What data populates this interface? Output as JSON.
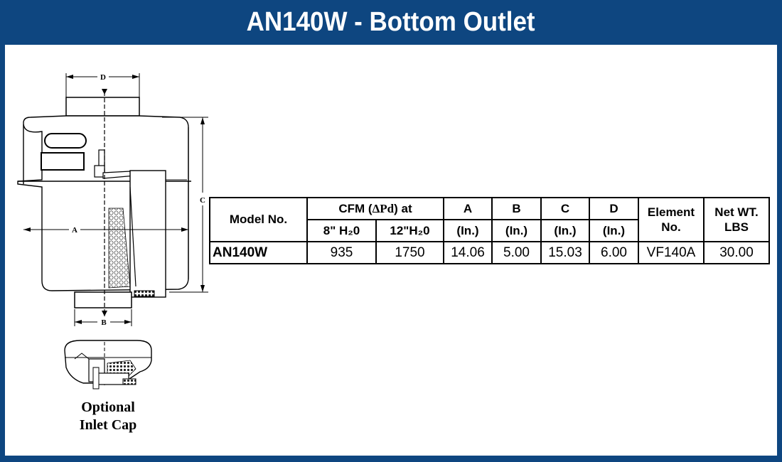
{
  "title": "AN140W - Bottom Outlet",
  "drawing": {
    "dim_labels": {
      "a": "A",
      "b": "B",
      "c": "C",
      "d": "D"
    },
    "caption_line1": "Optional",
    "caption_line2": "Inlet Cap"
  },
  "table": {
    "headers": {
      "model": "Model No.",
      "cfm_prefix": "CFM (",
      "cfm_symbol": "ΔPd",
      "cfm_suffix": ") at",
      "cfm_8": "8\" H₂0",
      "cfm_12": "12\"H₂0",
      "a": "A",
      "b": "B",
      "c": "C",
      "d": "D",
      "unit": "(In.)",
      "element_1": "Element",
      "element_2": "No.",
      "weight_1": "Net WT.",
      "weight_2": "LBS"
    },
    "rows": [
      {
        "model": "AN140W",
        "cfm8": "935",
        "cfm12": "1750",
        "a": "14.06",
        "b": "5.00",
        "c": "15.03",
        "d": "6.00",
        "element": "VF140A",
        "weight": "30.00"
      }
    ]
  }
}
